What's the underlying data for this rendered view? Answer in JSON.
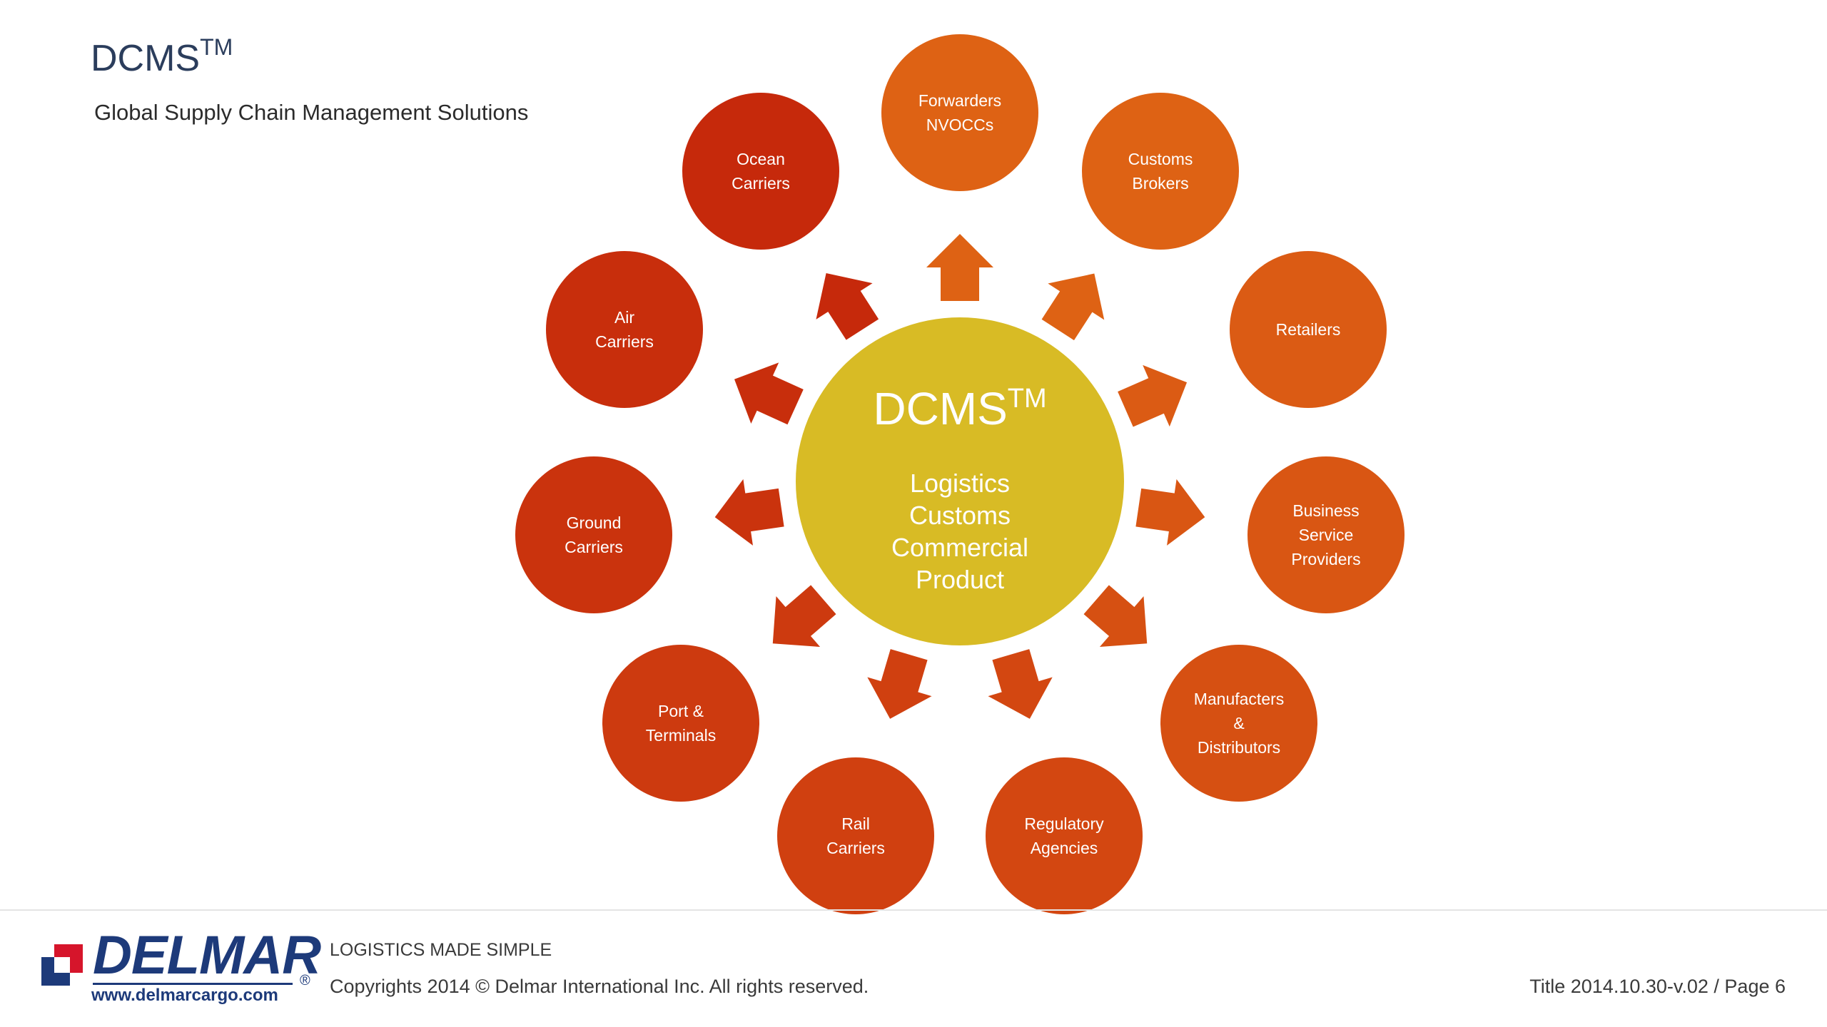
{
  "header": {
    "title": "DCMS",
    "title_mark": "TM",
    "subtitle": "Global Supply Chain Management Solutions"
  },
  "center": {
    "title": "DCMS",
    "title_mark": "TM",
    "lines": [
      "Logistics",
      "Customs",
      "Commercial",
      "Product"
    ],
    "color": "#d8bb25"
  },
  "nodes": [
    {
      "lines": [
        "Forwarders",
        "NVOCCs"
      ],
      "color": "#de6214"
    },
    {
      "lines": [
        "Customs",
        "Brokers"
      ],
      "color": "#de6214"
    },
    {
      "lines": [
        "Retailers"
      ],
      "color": "#db5b14"
    },
    {
      "lines": [
        "Business",
        "Service",
        "Providers"
      ],
      "color": "#d95613"
    },
    {
      "lines": [
        "Manufacters",
        "&",
        "Distributors"
      ],
      "color": "#d65012"
    },
    {
      "lines": [
        "Regulatory",
        "Agencies"
      ],
      "color": "#d34711"
    },
    {
      "lines": [
        "Rail",
        "Carriers"
      ],
      "color": "#d04010"
    },
    {
      "lines": [
        "Port &",
        "Terminals"
      ],
      "color": "#cd3a0f"
    },
    {
      "lines": [
        "Ground",
        "Carriers"
      ],
      "color": "#ca330d"
    },
    {
      "lines": [
        "Air",
        "Carriers"
      ],
      "color": "#c82e0c"
    },
    {
      "lines": [
        "Ocean",
        "Carriers"
      ],
      "color": "#c6290b"
    }
  ],
  "footer": {
    "tagline": "LOGISTICS MADE SIMPLE",
    "copyright": "Copyrights 2014 © Delmar International Inc. All rights reserved.",
    "page_ref": "Title 2014.10.30-v.02 / Page 6"
  },
  "logo": {
    "word": "DELMAR",
    "registered": "®",
    "url": "www.delmarcargo.com",
    "colors": {
      "navy": "#1d3a7a",
      "red": "#d6152b"
    }
  }
}
